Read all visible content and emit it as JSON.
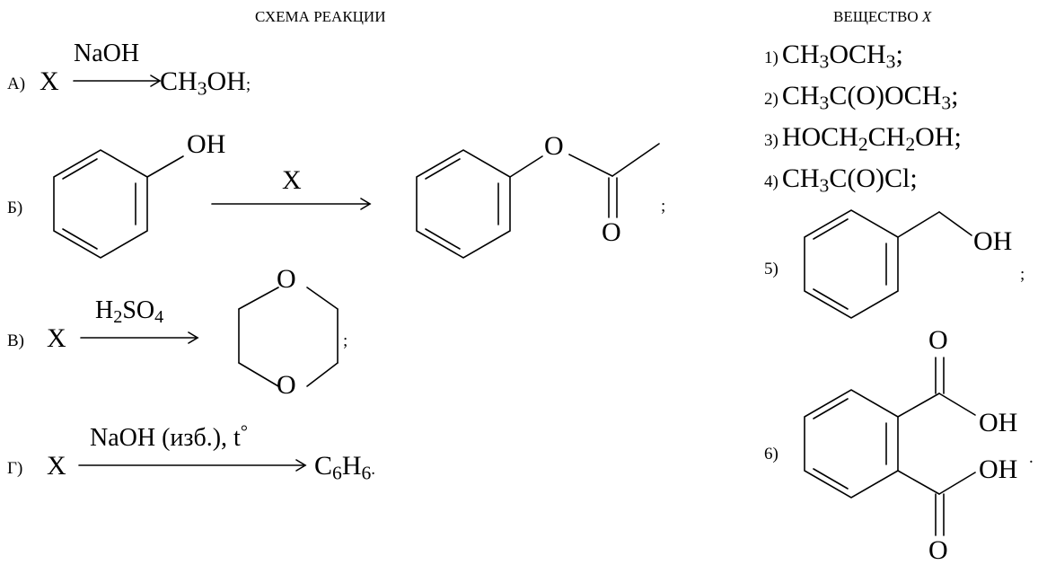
{
  "headers": {
    "scheme": "СХЕМА РЕАКЦИИ",
    "substance": "ВЕЩЕСТВО",
    "substance_var": "X"
  },
  "reactions": {
    "a": {
      "label": "А)",
      "reactant": "X",
      "reagent": "NaOH",
      "product_main": "CH",
      "product_sub": "3",
      "product_tail": "OH",
      "punct": ";"
    },
    "b": {
      "label": "Б)",
      "oh": "OH",
      "reagent": "X",
      "o_ester": "O",
      "o_carbonyl": "O",
      "punct": ";"
    },
    "v": {
      "label": "В)",
      "reactant": "X",
      "reagent_a": "H",
      "reagent_a_sub": "2",
      "reagent_b": "SO",
      "reagent_b_sub": "4",
      "o_top": "O",
      "o_bottom": "O",
      "punct": ";"
    },
    "g": {
      "label": "Г)",
      "reactant": "X",
      "reagent_main": "NaOH (изб.), t",
      "reagent_deg": "°",
      "product_c": "C",
      "product_c_sub": "6",
      "product_h": "H",
      "product_h_sub": "6",
      "punct": "."
    }
  },
  "substances": [
    {
      "num": "1)",
      "parts": [
        "CH",
        "3",
        "OCH",
        "3",
        ";"
      ]
    },
    {
      "num": "2)",
      "parts": [
        "CH",
        "3",
        "C(O)OCH",
        "3",
        ";"
      ]
    },
    {
      "num": "3)",
      "parts": [
        "HOCH",
        "2",
        "CH",
        "2",
        "OH;"
      ]
    },
    {
      "num": "4)",
      "parts": [
        "CH",
        "3",
        "C(O)Cl;"
      ]
    },
    {
      "num": "5)",
      "oh": "OH",
      "punct": ";"
    },
    {
      "num": "6)",
      "o_top": "O",
      "oh_top": "OH",
      "oh_bottom": "OH",
      "o_bottom": "O",
      "punct": "."
    }
  ]
}
